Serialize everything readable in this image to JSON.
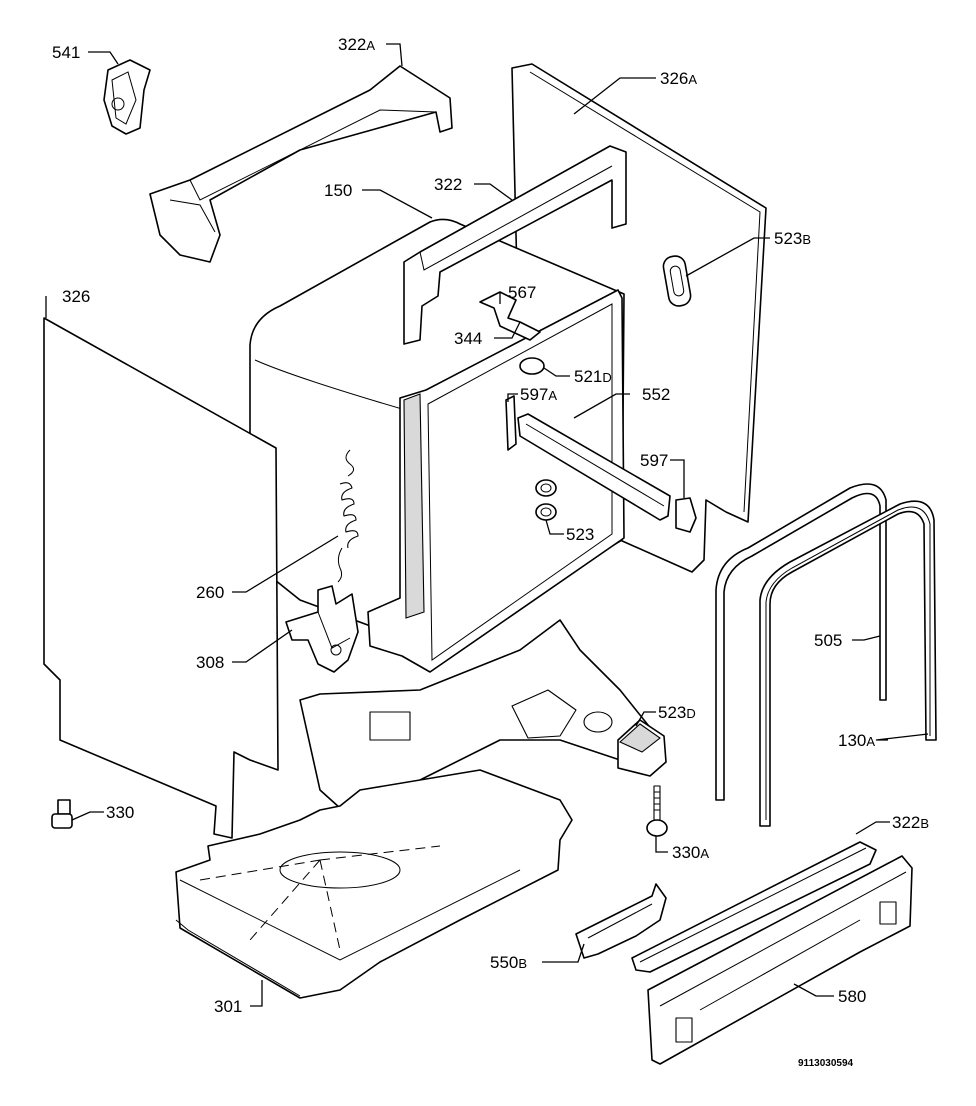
{
  "callouts": [
    {
      "key": "c541",
      "num": "541",
      "suffix": ""
    },
    {
      "key": "c322A",
      "num": "322",
      "suffix": "A"
    },
    {
      "key": "c326A",
      "num": "326",
      "suffix": "A"
    },
    {
      "key": "c150",
      "num": "150",
      "suffix": ""
    },
    {
      "key": "c322",
      "num": "322",
      "suffix": ""
    },
    {
      "key": "c523B",
      "num": "523",
      "suffix": "B"
    },
    {
      "key": "c326",
      "num": "326",
      "suffix": ""
    },
    {
      "key": "c567",
      "num": "567",
      "suffix": ""
    },
    {
      "key": "c344",
      "num": "344",
      "suffix": ""
    },
    {
      "key": "c521D",
      "num": "521",
      "suffix": "D"
    },
    {
      "key": "c597A",
      "num": "597",
      "suffix": "A"
    },
    {
      "key": "c552",
      "num": "552",
      "suffix": ""
    },
    {
      "key": "c597",
      "num": "597",
      "suffix": ""
    },
    {
      "key": "c523",
      "num": "523",
      "suffix": ""
    },
    {
      "key": "c260",
      "num": "260",
      "suffix": ""
    },
    {
      "key": "c308",
      "num": "308",
      "suffix": ""
    },
    {
      "key": "c505",
      "num": "505",
      "suffix": ""
    },
    {
      "key": "c523D",
      "num": "523",
      "suffix": "D"
    },
    {
      "key": "c130A",
      "num": "130",
      "suffix": "A"
    },
    {
      "key": "c330",
      "num": "330",
      "suffix": ""
    },
    {
      "key": "c322B",
      "num": "322",
      "suffix": "B"
    },
    {
      "key": "c330A",
      "num": "330",
      "suffix": "A"
    },
    {
      "key": "c550B",
      "num": "550",
      "suffix": "B"
    },
    {
      "key": "c580",
      "num": "580",
      "suffix": ""
    },
    {
      "key": "c301",
      "num": "301",
      "suffix": ""
    }
  ],
  "drawing_code": "9113030594"
}
